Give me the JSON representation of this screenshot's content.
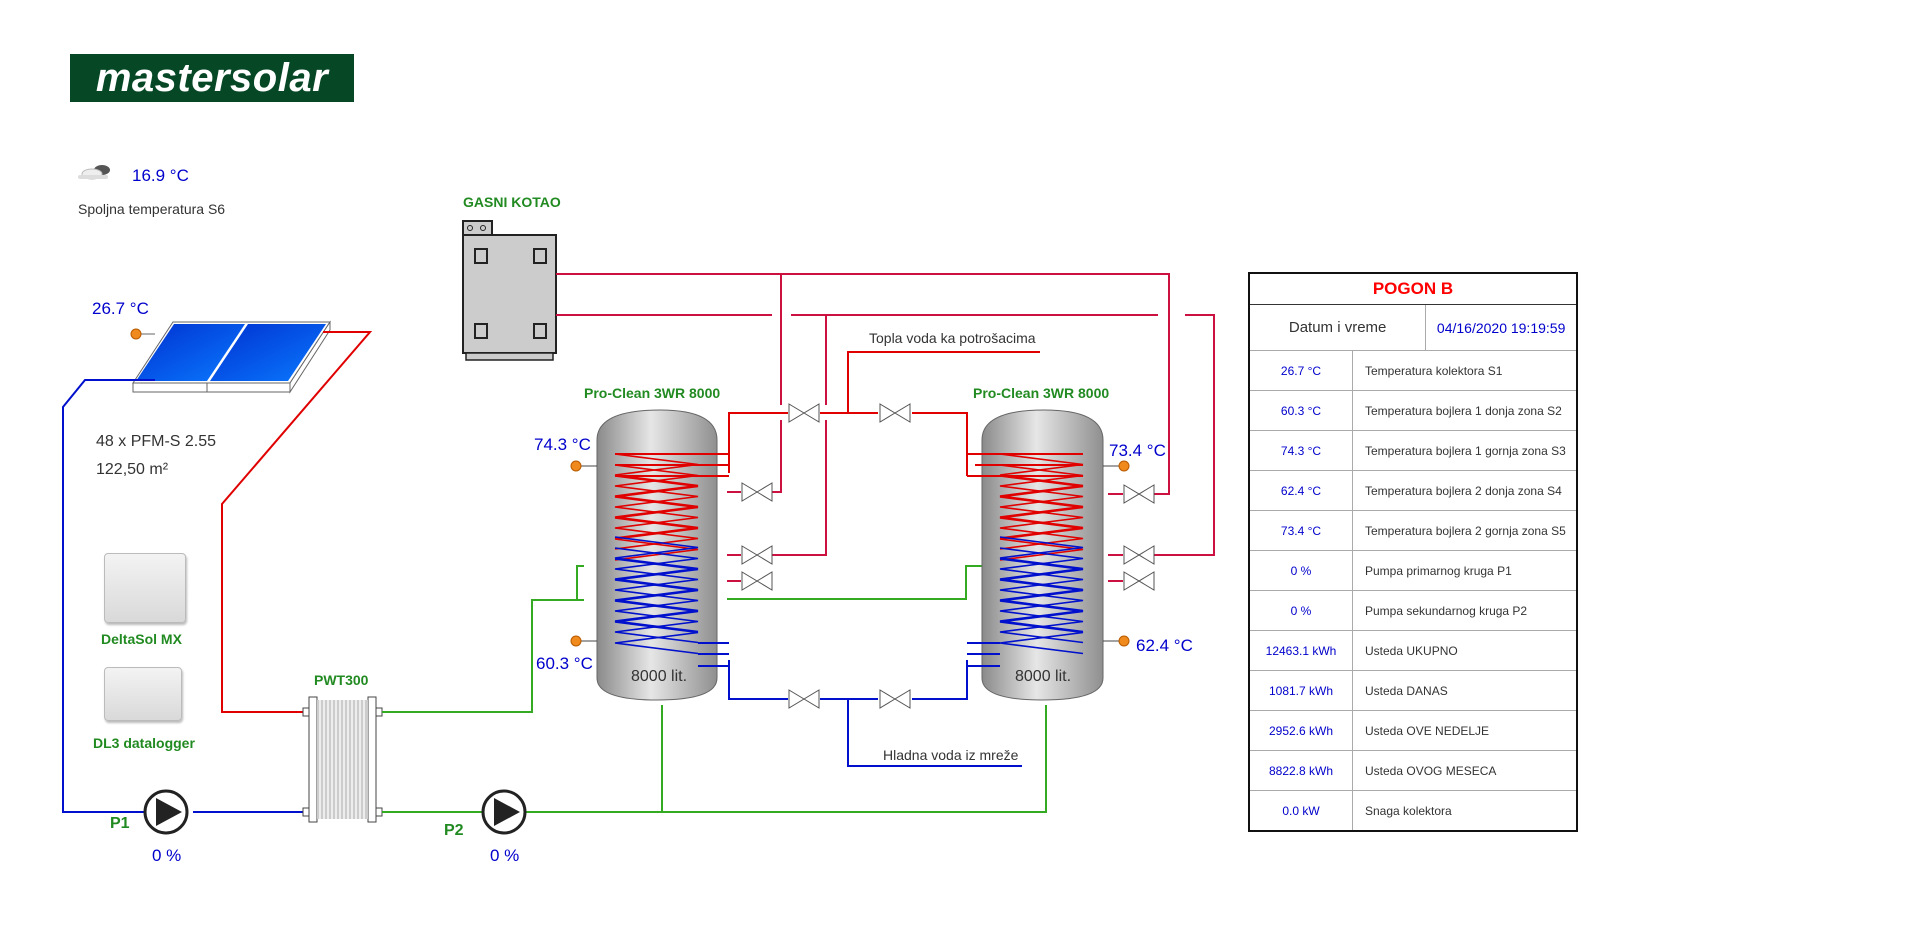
{
  "brand": {
    "logo_text": "mastersolar",
    "logo_bg": "#064725"
  },
  "outdoor": {
    "icon": "cloud-icon",
    "value": "16.9 °C",
    "label": "Spoljna temperatura S6"
  },
  "collector": {
    "temp": "26.7 °C",
    "model": "48 x PFM-S 2.55",
    "area": "122,50 m²"
  },
  "controllers": [
    {
      "name": "DeltaSol MX",
      "icon": "controller-icon"
    },
    {
      "name": "DL3 datalogger",
      "icon": "datalogger-icon"
    }
  ],
  "heat_exchanger": {
    "name": "PWT300"
  },
  "pumps": [
    {
      "id": "P1",
      "value": "0 %"
    },
    {
      "id": "P2",
      "value": "0 %"
    }
  ],
  "boiler": {
    "name": "GASNI KOTAO"
  },
  "tanks": [
    {
      "name": "Pro-Clean 3WR 8000",
      "volume": "8000 lit.",
      "top_temp": "74.3 °C",
      "bottom_temp": "60.3 °C"
    },
    {
      "name": "Pro-Clean 3WR 8000",
      "volume": "8000 lit.",
      "top_temp": "73.4 °C",
      "bottom_temp": "62.4 °C"
    }
  ],
  "pipes": {
    "hot_water_label": "Topla voda ka potrošacima",
    "cold_water_label": "Hladna voda iz mreže",
    "colors": {
      "hot": "#e00000",
      "boiler": "#cc1040",
      "cold": "#0010cc",
      "solar": "#33aa22"
    }
  },
  "status_table": {
    "title": "POGON B",
    "datetime_label": "Datum i vreme",
    "datetime_value": "04/16/2020 19:19:59",
    "rows": [
      {
        "value": "26.7 °C",
        "label": "Temperatura kolektora S1"
      },
      {
        "value": "60.3 °C",
        "label": "Temperatura bojlera 1 donja zona S2"
      },
      {
        "value": "74.3 °C",
        "label": "Temperatura bojlera 1 gornja zona S3"
      },
      {
        "value": "62.4 °C",
        "label": "Temperatura bojlera 2 donja zona S4"
      },
      {
        "value": "73.4 °C",
        "label": "Temperatura bojlera 2 gornja zona S5"
      },
      {
        "value": "0 %",
        "label": "Pumpa primarnog kruga P1"
      },
      {
        "value": "0 %",
        "label": "Pumpa sekundarnog kruga P2"
      },
      {
        "value": "12463.1 kWh",
        "label": "Usteda UKUPNO"
      },
      {
        "value": "1081.7 kWh",
        "label": "Usteda DANAS"
      },
      {
        "value": "2952.6 kWh",
        "label": "Usteda OVE NEDELJE"
      },
      {
        "value": "8822.8 kWh",
        "label": "Usteda OVOG MESECA"
      },
      {
        "value": "0.0 kW",
        "label": "Snaga kolektora"
      }
    ]
  }
}
